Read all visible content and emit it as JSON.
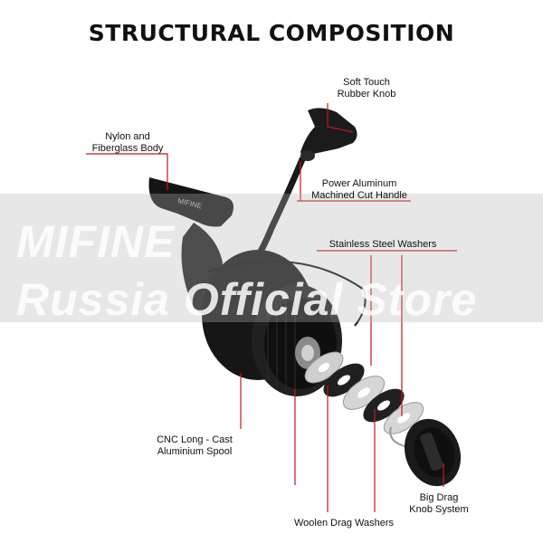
{
  "title": "STRUCTURAL COMPOSITION",
  "watermark": {
    "line1": "MIFINE",
    "line2": "Russia Official Store"
  },
  "reel_brand": "MIFINE",
  "labels": {
    "knob_line1": "Soft Touch",
    "knob_line2": "Rubber Knob",
    "body_line1": "Nylon and",
    "body_line2": "Fiberglass Body",
    "handle_line1": "Power Aluminum",
    "handle_line2": "Machined Cut Handle",
    "washers": "Stainless Steel Washers",
    "spool_line1": "CNC Long - Cast",
    "spool_line2": "Aluminium Spool",
    "drag_line1": "Big Drag",
    "drag_line2": "Knob System",
    "woolen": "Woolen Drag Washers"
  },
  "colors": {
    "accent": "#c4161c",
    "reel": "#1a1a1a"
  }
}
